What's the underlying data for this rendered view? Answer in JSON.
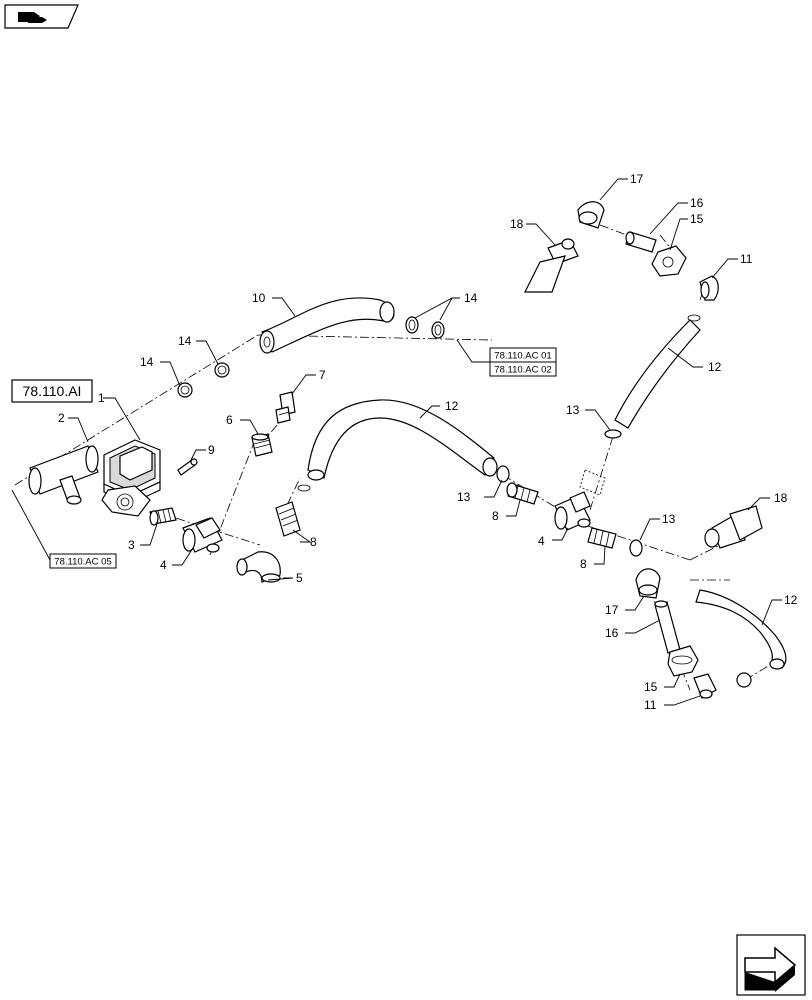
{
  "callouts": [
    {
      "id": "c1",
      "text": "1"
    },
    {
      "id": "c2",
      "text": "2"
    },
    {
      "id": "c3",
      "text": "3"
    },
    {
      "id": "c4a",
      "text": "4"
    },
    {
      "id": "c4b",
      "text": "4"
    },
    {
      "id": "c5",
      "text": "5"
    },
    {
      "id": "c6",
      "text": "6"
    },
    {
      "id": "c7",
      "text": "7"
    },
    {
      "id": "c8a",
      "text": "8"
    },
    {
      "id": "c8b",
      "text": "8"
    },
    {
      "id": "c8c",
      "text": "8"
    },
    {
      "id": "c9",
      "text": "9"
    },
    {
      "id": "c10",
      "text": "10"
    },
    {
      "id": "c11a",
      "text": "11"
    },
    {
      "id": "c11b",
      "text": "11"
    },
    {
      "id": "c12a",
      "text": "12"
    },
    {
      "id": "c12b",
      "text": "12"
    },
    {
      "id": "c12c",
      "text": "12"
    },
    {
      "id": "c13a",
      "text": "13"
    },
    {
      "id": "c13b",
      "text": "13"
    },
    {
      "id": "c13c",
      "text": "13"
    },
    {
      "id": "c14a",
      "text": "14"
    },
    {
      "id": "c14b",
      "text": "14"
    },
    {
      "id": "c14c",
      "text": "14"
    },
    {
      "id": "c15a",
      "text": "15"
    },
    {
      "id": "c15b",
      "text": "15"
    },
    {
      "id": "c16a",
      "text": "16"
    },
    {
      "id": "c16b",
      "text": "16"
    },
    {
      "id": "c17a",
      "text": "17"
    },
    {
      "id": "c17b",
      "text": "17"
    },
    {
      "id": "c18a",
      "text": "18"
    },
    {
      "id": "c18b",
      "text": "18"
    }
  ],
  "references": {
    "main": "78.110.AI",
    "ac01": "78.110.AC 01",
    "ac02": "78.110.AC 02",
    "ac05": "78.110.AC 05"
  },
  "icons": {
    "top_left": "book-pointer-icon",
    "bottom_right": "next-page-arrow-icon"
  }
}
